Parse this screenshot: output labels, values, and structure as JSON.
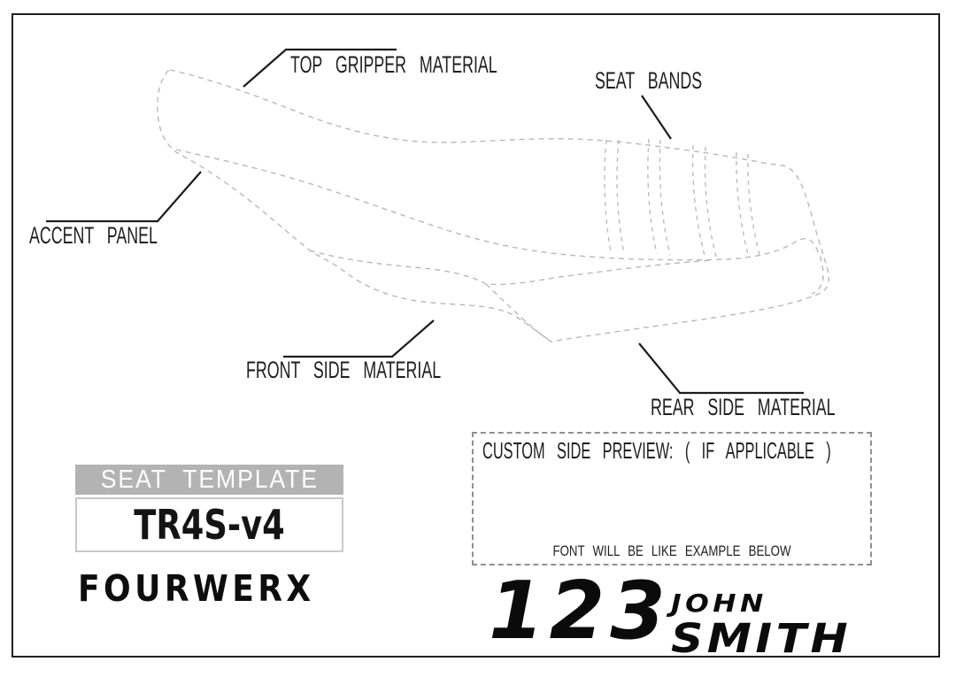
{
  "diagram_labels": {
    "top_gripper": "TOP GRIPPER MATERIAL",
    "seat_bands": "SEAT BANDS",
    "accent_panel": "ACCENT PANEL",
    "front_side": "FRONT SIDE MATERIAL",
    "rear_side": "REAR SIDE MATERIAL"
  },
  "template_info": {
    "header": "SEAT TEMPLATE",
    "model": "TR4S-v4",
    "brand": "FOURWERX"
  },
  "preview_box": {
    "title": "CUSTOM SIDE PREVIEW: ( IF APPLICABLE )",
    "note": "FONT WILL BE LIKE EXAMPLE BELOW"
  },
  "name_example": {
    "number": "123",
    "first_name": "JOHN",
    "last_name": "SMITH"
  },
  "colors": {
    "sketch_line": "#b6b9b9",
    "ink": "#1c1c1c",
    "header_bg": "#b3b3b3",
    "header_text": "#ffffff",
    "preview_border": "#8f8f8f"
  }
}
